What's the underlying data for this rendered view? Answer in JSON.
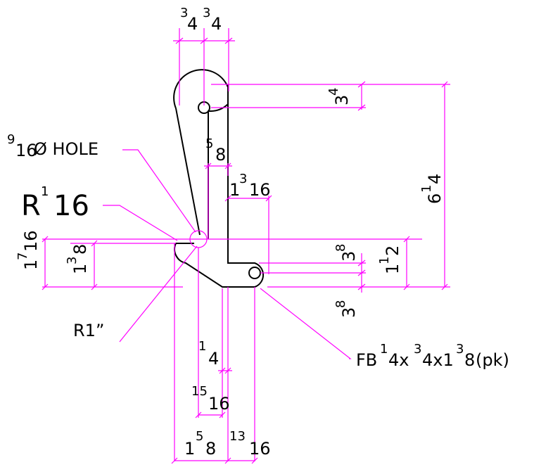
{
  "drawing": {
    "top_dims": {
      "a_whole": "3",
      "a_frac": "4",
      "b_whole": "3",
      "b_frac": "4"
    },
    "right_top": {
      "whole": "3",
      "frac": "4"
    },
    "overall_height": {
      "whole": "6",
      "frac": "4",
      "num": "1"
    },
    "hole_note": {
      "num": "9",
      "den": "16",
      "text": "Ø HOLE"
    },
    "small_dim": {
      "num": "5",
      "den": "8"
    },
    "offset_dim": {
      "whole": "1",
      "num": "3",
      "den": "16"
    },
    "radius_small": {
      "prefix": "R",
      "num": "1",
      "den": "16"
    },
    "left_height": {
      "whole": "1",
      "num": "7",
      "den": "16"
    },
    "left_inner": {
      "whole": "1",
      "num": "3",
      "den": "8"
    },
    "right_38_top": {
      "num": "3",
      "den": "8"
    },
    "right_112": {
      "whole": "1",
      "num": "1",
      "den": "2"
    },
    "right_38_bot": {
      "num": "3",
      "den": "8"
    },
    "radius_large": {
      "text": "R1”"
    },
    "quarter": {
      "num": "1",
      "den": "4"
    },
    "fifteen": {
      "num": "15",
      "den": "16"
    },
    "bottom_left": {
      "whole": "1",
      "num": "5",
      "den": "8"
    },
    "bottom_right": {
      "num": "13",
      "den": "16"
    },
    "flatbar": {
      "prefix": "FB",
      "n1": "1",
      "d1": "4x",
      "n2": "3",
      "d2": "4x1",
      "n3": "3",
      "d3": "8",
      "suffix": " (pk)"
    }
  }
}
